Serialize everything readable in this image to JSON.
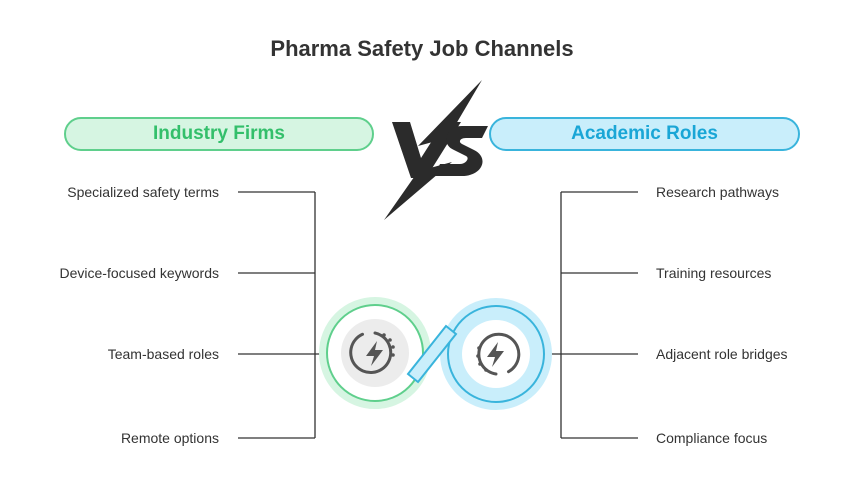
{
  "title": "Pharma Safety Job Channels",
  "left": {
    "heading": "Industry Firms",
    "items": [
      "Specialized safety terms",
      "Device-focused keywords",
      "Team-based roles",
      "Remote options"
    ]
  },
  "right": {
    "heading": "Academic Roles",
    "items": [
      "Research pathways",
      "Training resources",
      "Adjacent role bridges",
      "Compliance focus"
    ]
  },
  "icons": [
    "vs-icon",
    "lightning-icon",
    "lightning-icon"
  ],
  "colors": {
    "green": "#33bf6b",
    "blue": "#1aa6d6"
  }
}
